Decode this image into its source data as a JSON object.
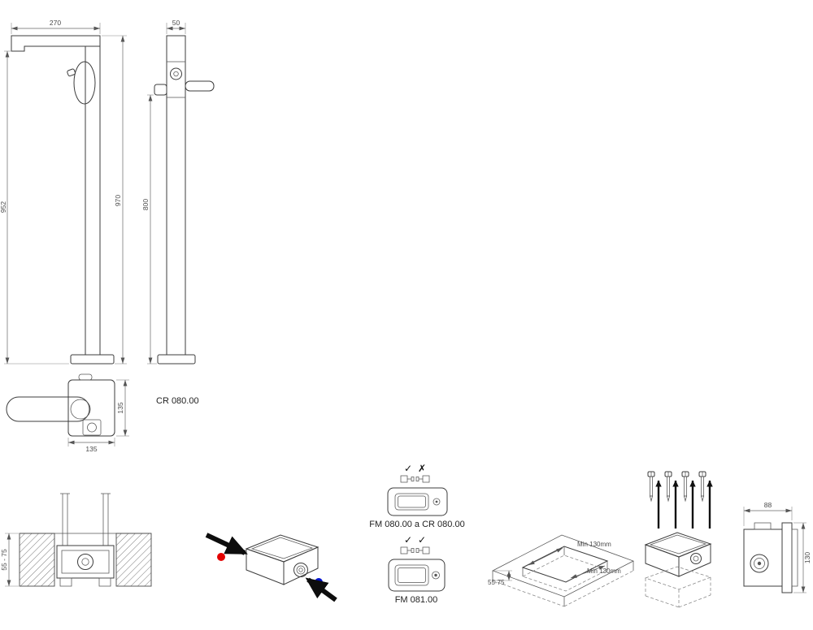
{
  "drawing": {
    "model": "CR 080.00",
    "side_view": {
      "dim_spout_width": "270",
      "dim_height_to_spout": "952",
      "dim_total_height": "970"
    },
    "front_view": {
      "dim_column_width": "50",
      "dim_height_to_outlet": "800"
    },
    "plan_view": {
      "dim_plate_depth": "135",
      "dim_plate_width": "135"
    },
    "floor_section": {
      "dim_screed_depth": "55 - 75"
    },
    "compatibility": {
      "option_a": {
        "mark_1": "✓",
        "mark_2": "✗",
        "label": "FM 080.00 a CR 080.00"
      },
      "option_b": {
        "mark_1": "✓",
        "mark_2": "✓",
        "label": "FM 081.00"
      }
    },
    "recess": {
      "dim_min_1": "Min 130mm",
      "dim_min_2": "Min 130mm",
      "dim_depth": "55-75"
    },
    "box_view": {
      "dim_width": "88",
      "dim_height": "130"
    }
  },
  "colors": {
    "hot": "#e30000",
    "cold": "#0013cf"
  }
}
